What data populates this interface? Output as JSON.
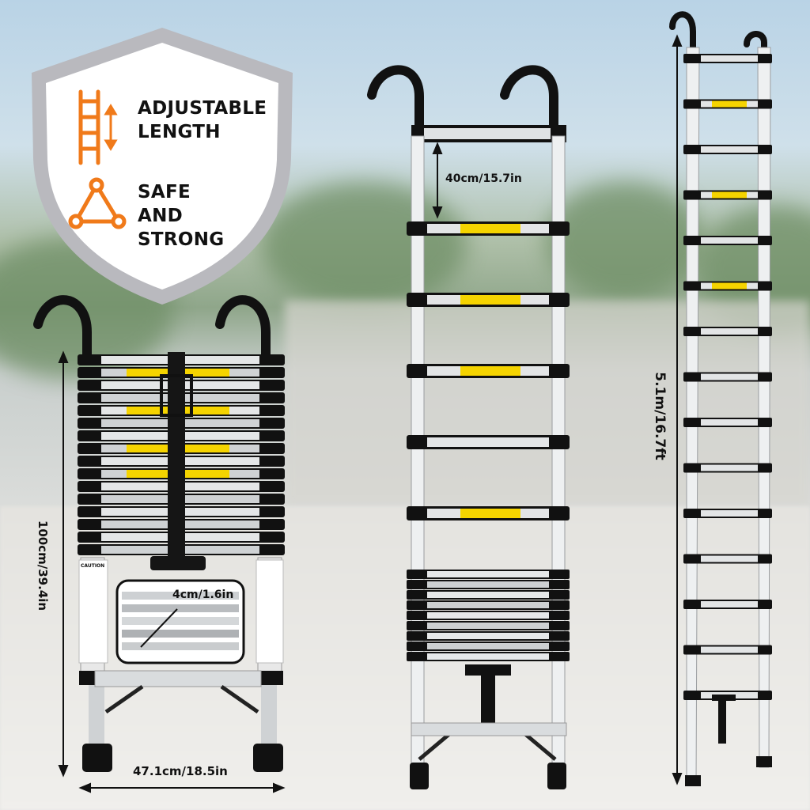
{
  "features": [
    {
      "icon": "ladder-arrows-icon",
      "line1": "ADJUSTABLE",
      "line2": "LENGTH"
    },
    {
      "icon": "triangle-nodes-icon",
      "line1": "SAFE",
      "line2": "AND STRONG"
    }
  ],
  "dimensions": {
    "collapsed_height": "100cm/39.4in",
    "width": "47.1cm/18.5in",
    "rung_spacing": "40cm/15.7in",
    "rung_depth": "4cm/1.6in",
    "extended_height": "5.1m/16.7ft"
  },
  "labels": {
    "caution": "CAUTION"
  },
  "colors": {
    "accent": "#f07a1a",
    "shield_border": "#b9b9be",
    "sticker": "#f5d400"
  }
}
